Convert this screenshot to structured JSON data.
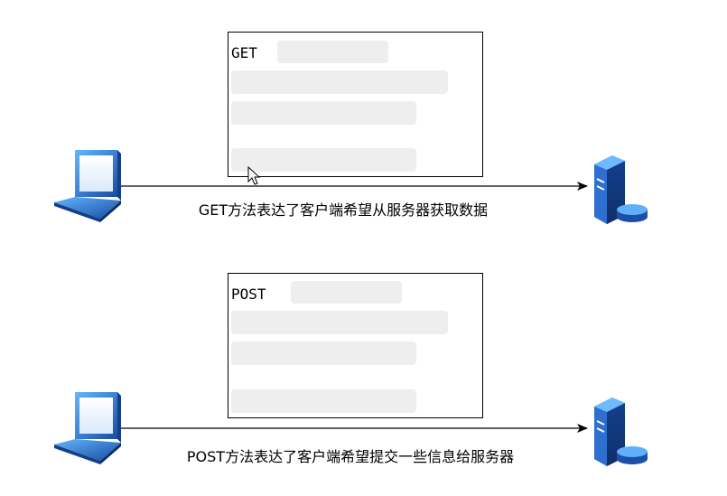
{
  "get_panel": {
    "method_label": "GET",
    "caption": "GET方法表达了客户端希望从服务器获取数据"
  },
  "post_panel": {
    "method_label": "POST",
    "caption": "POST方法表达了客户端希望提交一些信息给服务器"
  },
  "icons": {
    "client": "laptop-icon",
    "server": "server-database-icon",
    "cursor": "mouse-pointer-icon"
  },
  "colors": {
    "line": "#000000",
    "placeholder_bar": "#eeeeee",
    "icon_blue_dark": "#1b4fa8",
    "icon_blue_light": "#4aa3f0"
  }
}
